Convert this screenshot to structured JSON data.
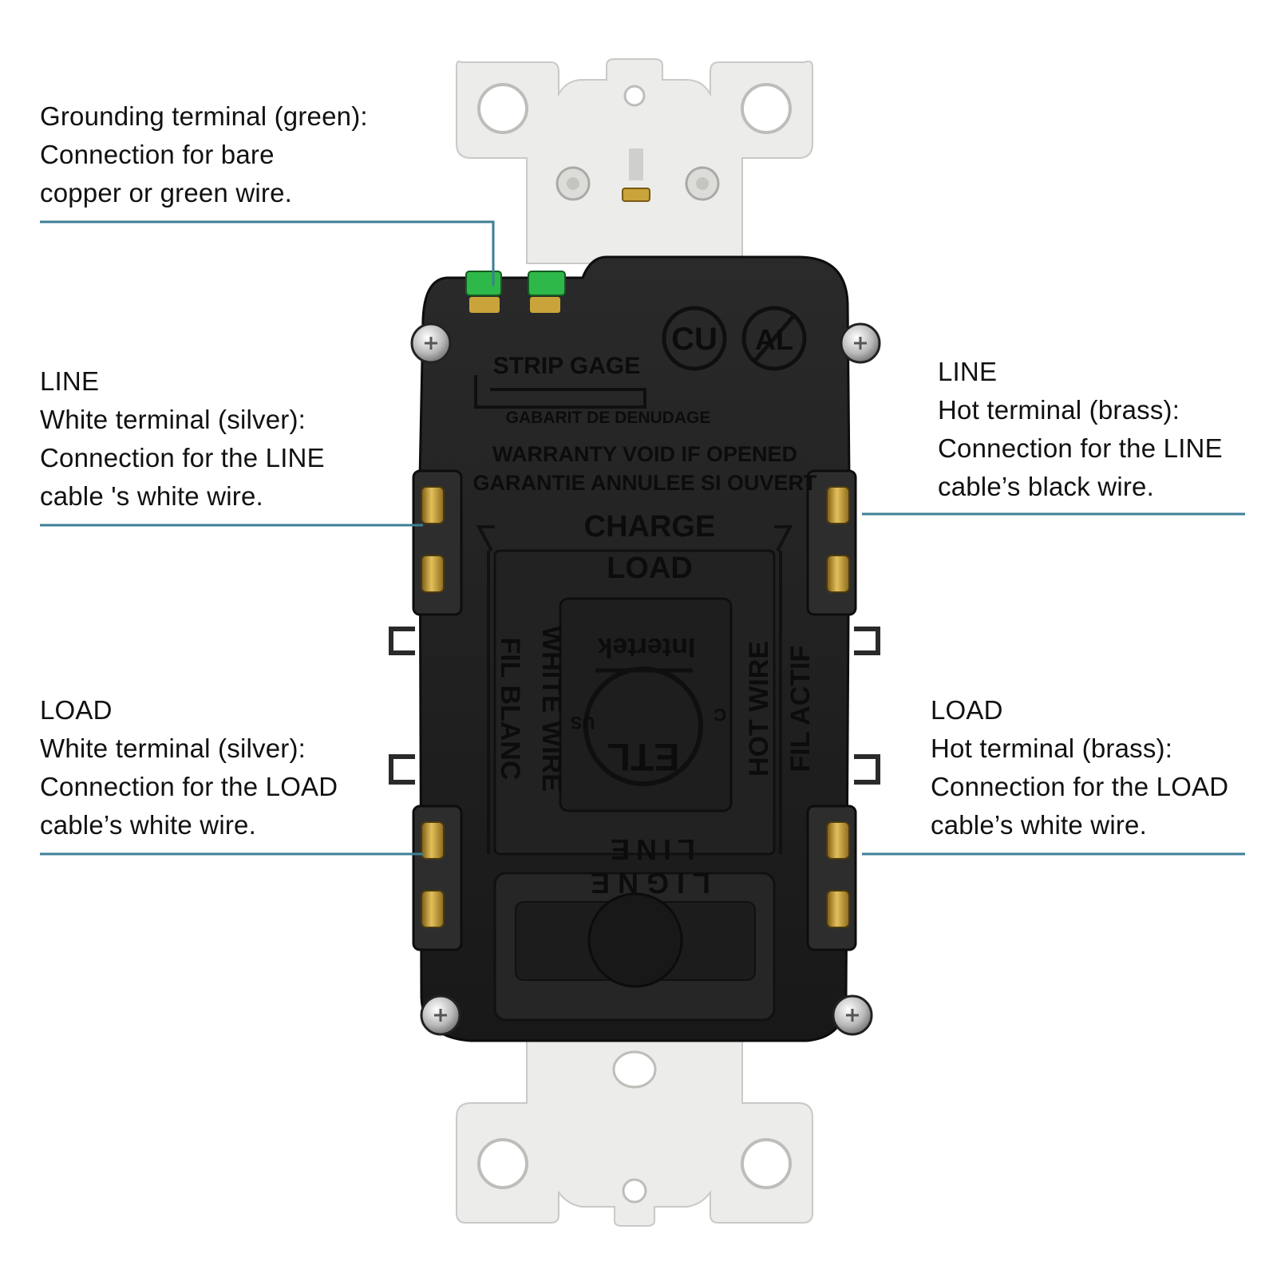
{
  "callouts": {
    "grounding": {
      "lines": [
        "Grounding terminal (green):",
        "Connection for bare",
        "copper or green wire."
      ]
    },
    "line_white": {
      "lines": [
        "LINE",
        "White terminal (silver):",
        "Connection for the LINE",
        "cable 's white wire."
      ]
    },
    "load_white": {
      "lines": [
        "LOAD",
        "White terminal (silver):",
        "Connection for the LOAD",
        "cable’s white wire."
      ]
    },
    "line_hot": {
      "lines": [
        "LINE",
        "Hot terminal (brass):",
        "Connection for the LINE",
        "cable’s black wire."
      ]
    },
    "load_hot": {
      "lines": [
        "LOAD",
        "Hot terminal (brass):",
        "Connection for the LOAD",
        "cable’s white wire."
      ]
    }
  },
  "device_markings": {
    "cu": "CU",
    "al": "AL",
    "strip_gage": "STRIP GAGE",
    "gabarit": "GABARIT DE DENUDAGE",
    "warranty_en": "WARRANTY VOID IF OPENED",
    "warranty_fr": "GARANTIE ANNULEE SI OUVERT",
    "charge": "CHARGE",
    "load": "LOAD",
    "white_wire": "WHITE WIRE",
    "fil_blanc": "FIL BLANC",
    "hot_wire": "HOT WIRE",
    "fil_actif": "FIL ACTIF",
    "intertek": "Intertek",
    "etl": "ETL",
    "us": "US",
    "c": "C",
    "line": "LINE",
    "ligne": "LIGNE"
  },
  "colors": {
    "leader_line": "#3d7f96",
    "housing": "#1f1f1f",
    "strap": "#ececea",
    "ground_screw": "#2fb84a",
    "brass_screw": "#c9a43a"
  }
}
